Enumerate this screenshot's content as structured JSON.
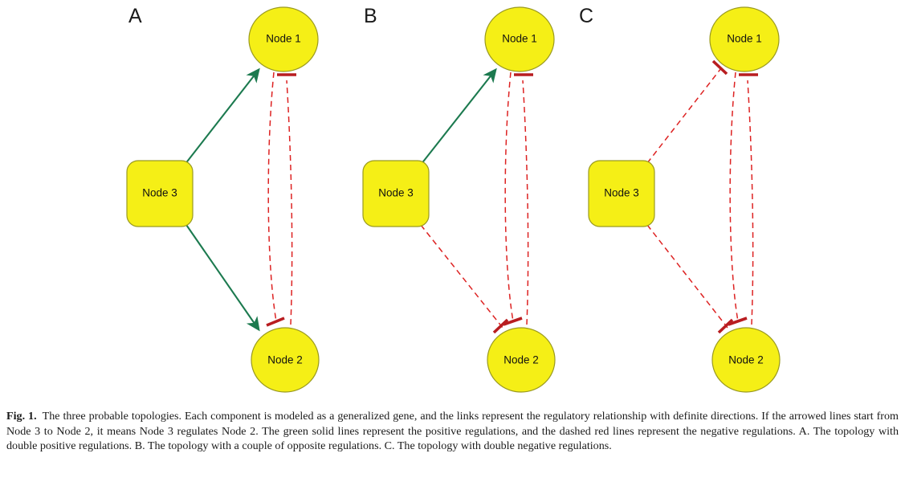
{
  "figure": {
    "panels": [
      {
        "id": "A",
        "label": "A",
        "nodes": [
          {
            "id": "node1",
            "label": "Node 1",
            "shape": "ellipse"
          },
          {
            "id": "node2",
            "label": "Node 2",
            "shape": "ellipse"
          },
          {
            "id": "node3",
            "label": "Node 3",
            "shape": "rounded-rect"
          }
        ],
        "edges": [
          {
            "from": "Node 3",
            "to": "Node 1",
            "sign": "positive",
            "style": "solid",
            "head": "arrow",
            "color": "#1c7a4f"
          },
          {
            "from": "Node 3",
            "to": "Node 2",
            "sign": "positive",
            "style": "solid",
            "head": "arrow",
            "color": "#1c7a4f"
          },
          {
            "from": "Node 1",
            "to": "Node 2",
            "sign": "negative",
            "style": "dashed",
            "head": "tee",
            "color": "#dd2222"
          },
          {
            "from": "Node 2",
            "to": "Node 1",
            "sign": "negative",
            "style": "dashed",
            "head": "tee",
            "color": "#dd2222"
          }
        ]
      },
      {
        "id": "B",
        "label": "B",
        "nodes": [
          {
            "id": "node1",
            "label": "Node 1",
            "shape": "ellipse"
          },
          {
            "id": "node2",
            "label": "Node 2",
            "shape": "ellipse"
          },
          {
            "id": "node3",
            "label": "Node 3",
            "shape": "rounded-rect"
          }
        ],
        "edges": [
          {
            "from": "Node 3",
            "to": "Node 1",
            "sign": "positive",
            "style": "solid",
            "head": "arrow",
            "color": "#1c7a4f"
          },
          {
            "from": "Node 3",
            "to": "Node 2",
            "sign": "negative",
            "style": "dashed",
            "head": "tee",
            "color": "#dd2222"
          },
          {
            "from": "Node 1",
            "to": "Node 2",
            "sign": "negative",
            "style": "dashed",
            "head": "tee",
            "color": "#dd2222"
          },
          {
            "from": "Node 2",
            "to": "Node 1",
            "sign": "negative",
            "style": "dashed",
            "head": "tee",
            "color": "#dd2222"
          }
        ]
      },
      {
        "id": "C",
        "label": "C",
        "nodes": [
          {
            "id": "node1",
            "label": "Node 1",
            "shape": "ellipse"
          },
          {
            "id": "node2",
            "label": "Node 2",
            "shape": "ellipse"
          },
          {
            "id": "node3",
            "label": "Node 3",
            "shape": "rounded-rect"
          }
        ],
        "edges": [
          {
            "from": "Node 3",
            "to": "Node 1",
            "sign": "negative",
            "style": "dashed",
            "head": "tee",
            "color": "#dd2222"
          },
          {
            "from": "Node 3",
            "to": "Node 2",
            "sign": "negative",
            "style": "dashed",
            "head": "tee",
            "color": "#dd2222"
          },
          {
            "from": "Node 1",
            "to": "Node 2",
            "sign": "negative",
            "style": "dashed",
            "head": "tee",
            "color": "#dd2222"
          },
          {
            "from": "Node 2",
            "to": "Node 1",
            "sign": "negative",
            "style": "dashed",
            "head": "tee",
            "color": "#dd2222"
          }
        ]
      }
    ],
    "colors": {
      "node_fill": "#f5ef16",
      "node_stroke": "#9a9a20",
      "positive_line": "#1c7a4f",
      "negative_line": "#dd2222",
      "tee_bar": "#b81d20",
      "background": "#ffffff",
      "text": "#111111"
    }
  },
  "caption": {
    "fig_number": "Fig. 1.",
    "text": "The three probable topologies. Each component is modeled as a generalized gene, and the links represent the regulatory relationship with definite directions. If the arrowed lines start from Node 3 to Node 2, it means Node 3 regulates Node 2. The green solid lines represent the positive regulations, and the dashed red lines represent the negative regulations. A. The topology with double positive regulations. B. The topology with a couple of opposite regulations. C. The topology with double negative regulations."
  }
}
